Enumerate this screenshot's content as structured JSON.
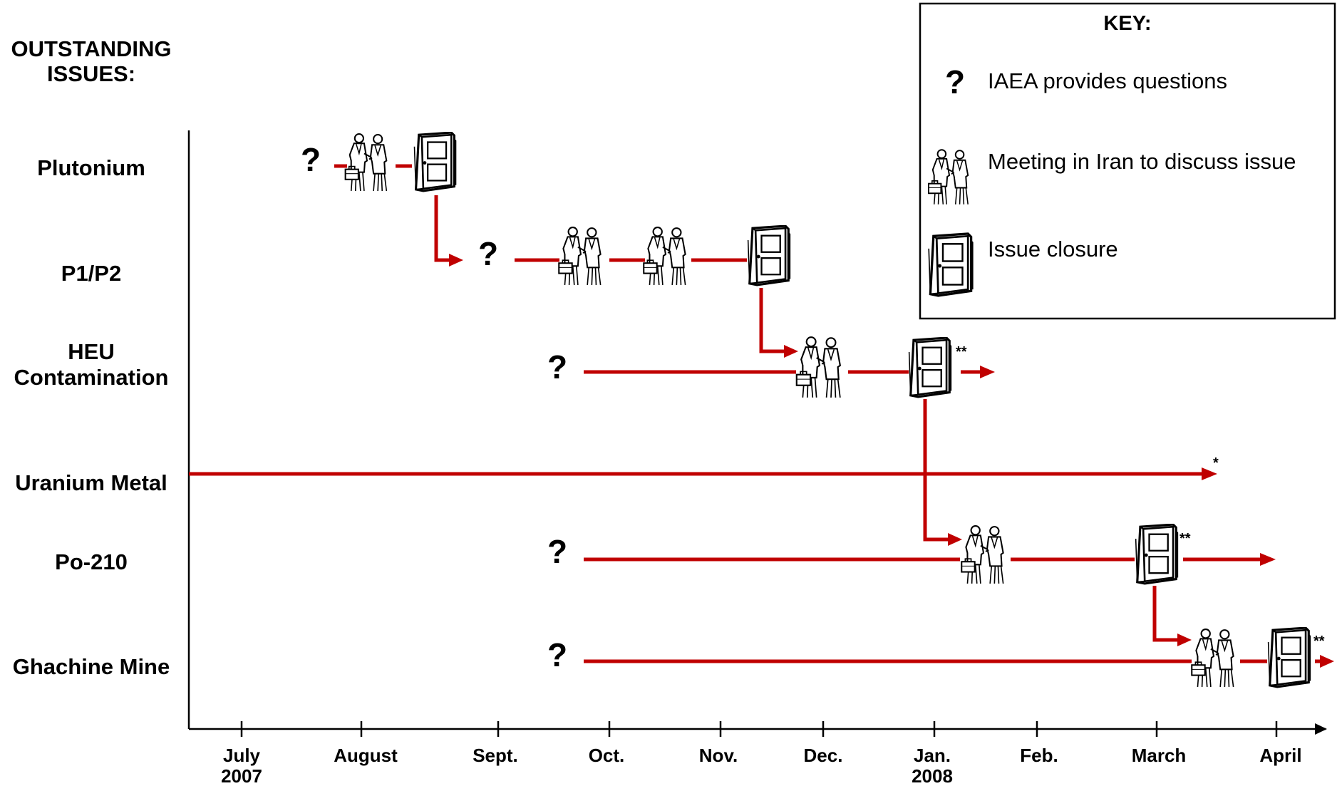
{
  "header": {
    "outstanding_issues": [
      "OUTSTANDING",
      "ISSUES:"
    ]
  },
  "rows": [
    {
      "id": "plutonium",
      "label": [
        "Plutonium"
      ]
    },
    {
      "id": "p1p2",
      "label": [
        "P1/P2"
      ]
    },
    {
      "id": "heu",
      "label": [
        "HEU",
        "Contamination"
      ]
    },
    {
      "id": "uranium",
      "label": [
        "Uranium Metal"
      ]
    },
    {
      "id": "po210",
      "label": [
        "Po-210"
      ]
    },
    {
      "id": "ghachine",
      "label": [
        "Ghachine Mine"
      ]
    }
  ],
  "axis": {
    "ticks": [
      {
        "label": [
          "July",
          "2007"
        ]
      },
      {
        "label": [
          "August"
        ]
      },
      {
        "label": [
          "Sept."
        ]
      },
      {
        "label": [
          "Oct."
        ]
      },
      {
        "label": [
          "Nov."
        ]
      },
      {
        "label": [
          "Dec."
        ]
      },
      {
        "label": [
          "Jan.",
          "2008"
        ]
      },
      {
        "label": [
          "Feb."
        ]
      },
      {
        "label": [
          "March"
        ]
      },
      {
        "label": [
          "April"
        ]
      }
    ]
  },
  "key": {
    "title": "KEY:",
    "items": [
      {
        "icon": "question-mark-icon",
        "text": "IAEA provides questions"
      },
      {
        "icon": "meeting-icon",
        "text": "Meeting in Iran to discuss issue"
      },
      {
        "icon": "door-icon",
        "text": "Issue closure"
      }
    ]
  },
  "symbols": {
    "question": "?",
    "double_star": "**",
    "single_star": "*"
  },
  "colors": {
    "arrow": "#c00000",
    "ink": "#000000",
    "background": "#ffffff"
  }
}
